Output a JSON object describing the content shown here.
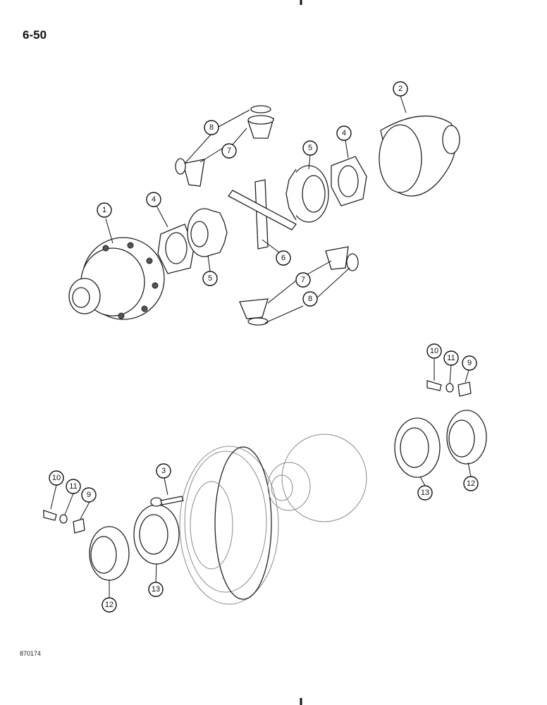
{
  "page_number": "6-50",
  "figure_code": "870174",
  "callouts": [
    "1",
    "2",
    "3",
    "4",
    "4",
    "5",
    "5",
    "6",
    "7",
    "7",
    "8",
    "8",
    "9",
    "9",
    "10",
    "10",
    "11",
    "11",
    "12",
    "12",
    "13",
    "13"
  ]
}
